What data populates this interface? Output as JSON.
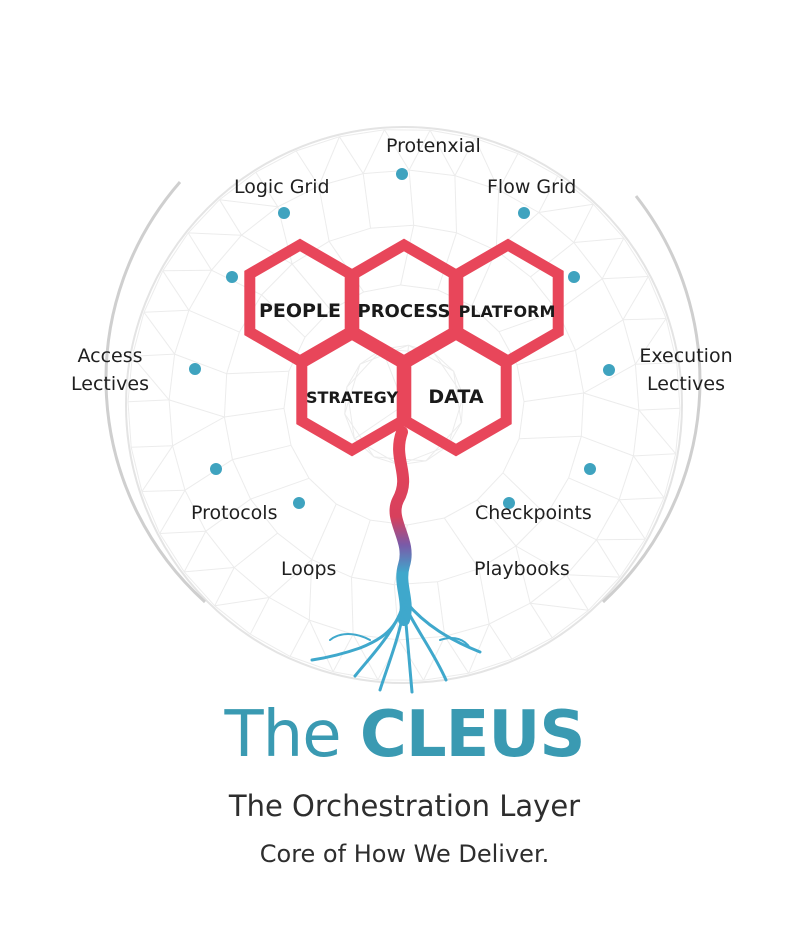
{
  "diagram": {
    "outer_labels": {
      "top": "Protenxial",
      "top_left": "Logic Grid",
      "top_right": "Flow Grid",
      "left_line1": "Access",
      "left_line2": "Lectives",
      "right_line1": "Execution",
      "right_line2": "Lectives",
      "bottom_left": "Protocols",
      "bottom_right": "Checkpoints",
      "lower_left": "Loops",
      "lower_right": "Playbooks"
    },
    "hexagons": {
      "people": "PEOPLE",
      "process": "PROCESS",
      "platform": "PLATFORM",
      "strategy": "STRATEGY",
      "data": "DATA"
    },
    "colors": {
      "hex_stroke": "#e8465a",
      "node": "#3fa3bf",
      "root_top": "#e8465a",
      "root_mid": "#7a5aa8",
      "root_bottom": "#3fa8cc",
      "brand": "#3a9ab2",
      "mesh": "#e2e2e2"
    }
  },
  "title": {
    "the": "The",
    "brand": "CLEUS",
    "subtitle": "The Orchestration Layer",
    "tagline": "Core of How We Deliver."
  }
}
